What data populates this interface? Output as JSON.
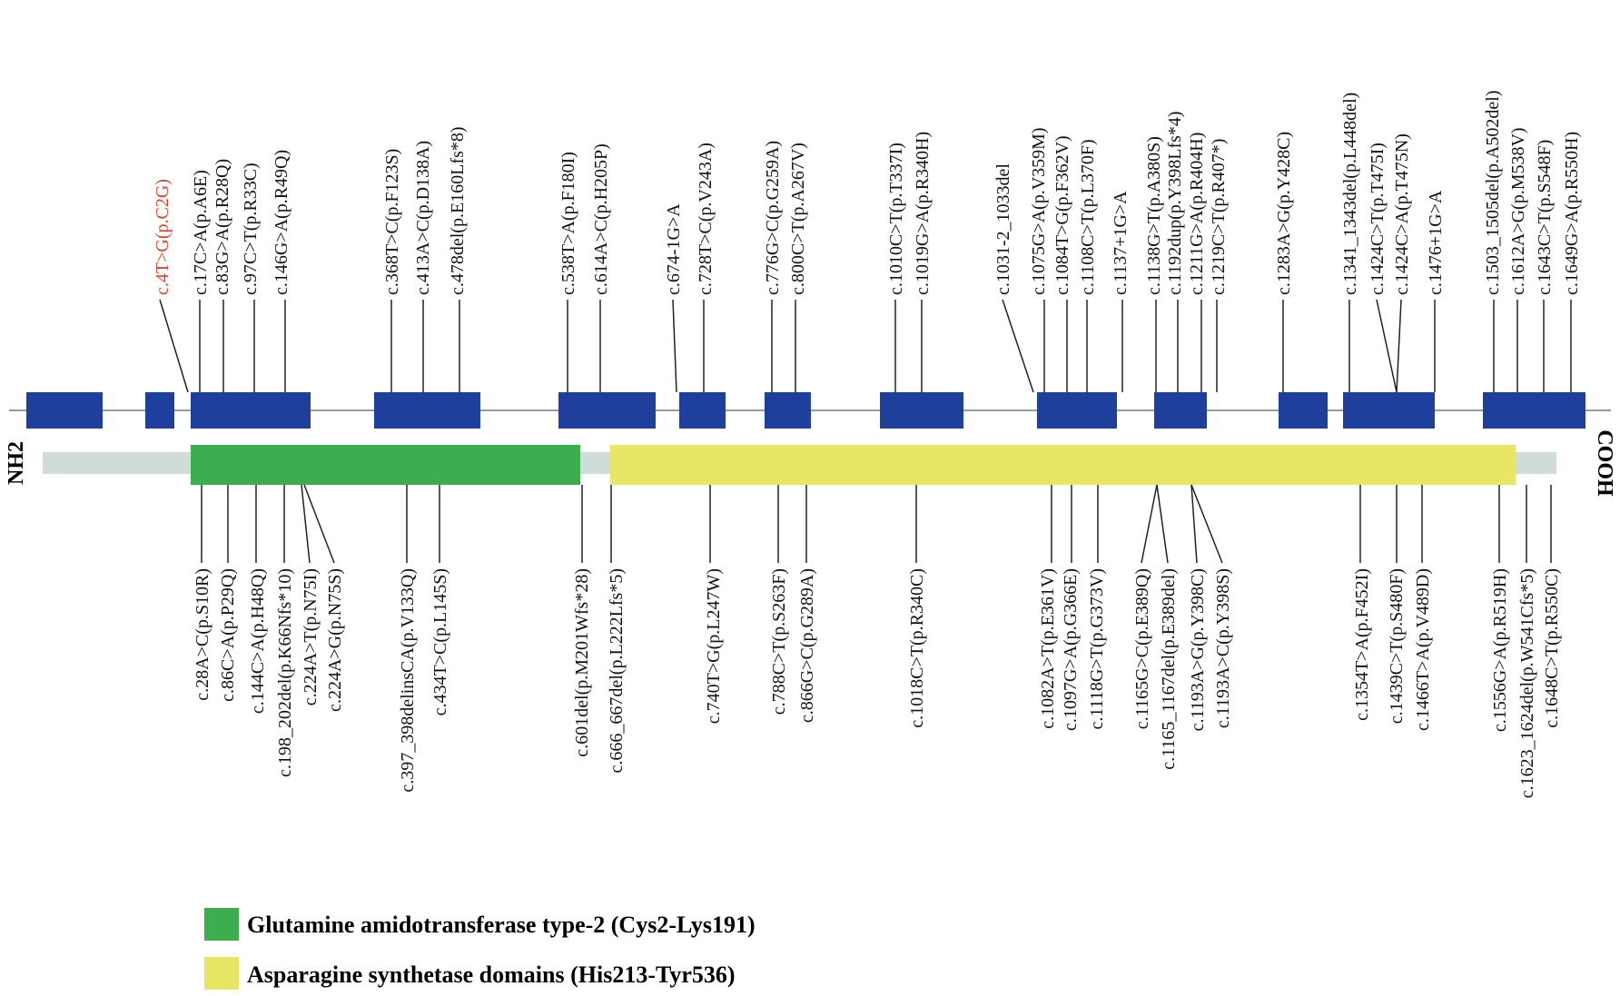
{
  "terminals": {
    "n": "NH2",
    "c": "COOH"
  },
  "colors": {
    "exon": "#1f3f9c",
    "backbone": "#9a9a9a",
    "protein_bar": "#cfdcd8",
    "glutamine_domain": "#3cae50",
    "asparagine_domain": "#e7e765",
    "highlight_text": "#d9442b"
  },
  "top_mutations": [
    {
      "label": "c.4T>G(p.C2G)",
      "highlight": true
    },
    {
      "label": "c.17C>A(p.A6E)"
    },
    {
      "label": "c.83G>A(p.R28Q)"
    },
    {
      "label": "c.97C>T(p.R33C)"
    },
    {
      "label": "c.146G>A(p.R49Q)"
    },
    {
      "label": "c.368T>C(p.F123S)"
    },
    {
      "label": "c.413A>C(p.D138A)"
    },
    {
      "label": "c.478del(p.E160Lfs*8)"
    },
    {
      "label": "c.538T>A(p.F180I)"
    },
    {
      "label": "c.614A>C(p.H205P)"
    },
    {
      "label": "c.674-1G>A"
    },
    {
      "label": "c.728T>C(p.V243A)"
    },
    {
      "label": "c.776G>C(p.G259A)"
    },
    {
      "label": "c.800C>T(p.A267V)"
    },
    {
      "label": "c.1010C>T(p.T337I)"
    },
    {
      "label": "c.1019G>A(p.R340H)"
    },
    {
      "label": "c.1031-2_1033del"
    },
    {
      "label": "c.1075G>A(p.V359M)"
    },
    {
      "label": "c.1084T>G(p.F362V)"
    },
    {
      "label": "c.1108C>T(p.L370F)"
    },
    {
      "label": "c.1137+1G>A"
    },
    {
      "label": "c.1138G>T(p.A380S)"
    },
    {
      "label": "c.1192dup(p.Y398Lfs*4)"
    },
    {
      "label": "c.1211G>A(p.R404H)"
    },
    {
      "label": "c.1219C>T(p.R407*)"
    },
    {
      "label": "c.1283A>G(p.Y428C)"
    },
    {
      "label": "c.1341_1343del(p.L448del)"
    },
    {
      "label": "c.1424C>T(p.T475I)"
    },
    {
      "label": "c.1424C>A(p.T475N)"
    },
    {
      "label": "c.1476+1G>A"
    },
    {
      "label": "c.1503_1505del(p.A502del)"
    },
    {
      "label": "c.1612A>G(p.M538V)"
    },
    {
      "label": "c.1643C>T(p.S548F)"
    },
    {
      "label": "c.1649G>A(p.R550H)"
    }
  ],
  "bottom_mutations": [
    {
      "label": "c.28A>C(p.S10R)"
    },
    {
      "label": "c.86C>A(p.P29Q)"
    },
    {
      "label": "c.144C>A(p.H48Q)"
    },
    {
      "label": "c.198_202del(p.K66Nfs*10)"
    },
    {
      "label": "c.224A>T(p.N75I)"
    },
    {
      "label": "c.224A>G(p.N75S)"
    },
    {
      "label": "c.397_398delinsCA(p.V133Q)"
    },
    {
      "label": "c.434T>C(p.L145S)"
    },
    {
      "label": "c.601del(p.M201Wfs*28)"
    },
    {
      "label": "c.666_667del(p.L222Lfs*5)"
    },
    {
      "label": "c.740T>G(p.L247W)"
    },
    {
      "label": "c.788C>T(p.S263F)"
    },
    {
      "label": "c.866G>C(p.G289A)"
    },
    {
      "label": "c.1018C>T(p.R340C)"
    },
    {
      "label": "c.1082A>T(p.E361V)"
    },
    {
      "label": "c.1097G>A(p.G366E)"
    },
    {
      "label": "c.1118G>T(p.G373V)"
    },
    {
      "label": "c.1165G>C(p.E389Q)"
    },
    {
      "label": "c.1165_1167del(p.E389del)"
    },
    {
      "label": "c.1193A>G(p.Y398C)"
    },
    {
      "label": "c.1193A>C(p.Y398S)"
    },
    {
      "label": "c.1354T>A(p.F452I)"
    },
    {
      "label": "c.1439C>T(p.S480F)"
    },
    {
      "label": "c.1466T>A(p.V489D)"
    },
    {
      "label": "c.1556G>A(p.R519H)"
    },
    {
      "label": "c.1623_1624del(p.W541Cfs*5)"
    },
    {
      "label": "c.1648C>T(p.R550C)"
    }
  ],
  "legend": [
    {
      "label": "Glutamine amidotransferase type-2 (Cys2-Lys191)",
      "color": "#3cae50"
    },
    {
      "label": "Asparagine synthetase domains (His213-Tyr536)",
      "color": "#e7e765"
    }
  ]
}
